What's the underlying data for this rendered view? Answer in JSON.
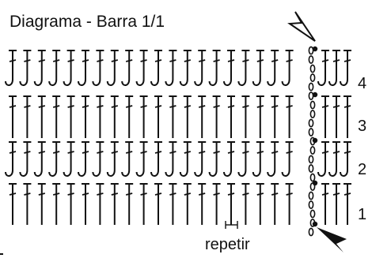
{
  "title": "Diagrama - Barra 1/1",
  "repeat_label": "repetir",
  "rows": [
    {
      "number": "1",
      "stitches": "double-crochet"
    },
    {
      "number": "2",
      "stitches": "double-crochet with front-post hooks"
    },
    {
      "number": "3",
      "stitches": "double-crochet"
    },
    {
      "number": "4",
      "stitches": "double-crochet with front-post hooks"
    }
  ],
  "symbols": {
    "stitch": "double-crochet-symbol",
    "hook": "front-post-hook-symbol",
    "chain": "chain-stitch-symbol",
    "start": "start-arrow-icon",
    "end": "end-arrow-icon"
  },
  "colors": {
    "ink": "#111111",
    "background": "#ffffff"
  }
}
